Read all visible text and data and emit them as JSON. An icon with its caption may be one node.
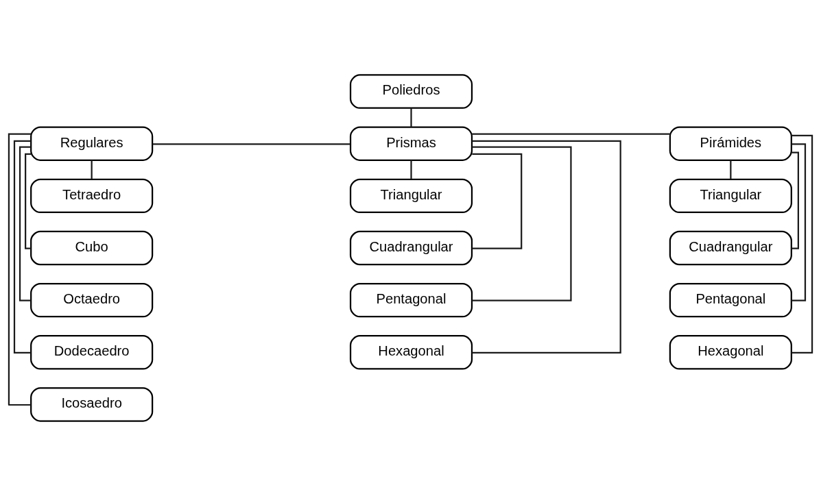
{
  "diagram": {
    "nodes": [
      {
        "text": [
          "Poliedros"
        ]
      },
      {
        "text": [
          "Regulares"
        ]
      },
      {
        "text": [
          "Prismas"
        ]
      },
      {
        "text": [
          "Pirámides"
        ]
      },
      {
        "text": [
          "Tetraedro"
        ]
      },
      {
        "text": [
          "Triangular"
        ]
      },
      {
        "text": [
          "Triangular"
        ]
      },
      {
        "text": [
          "Cubo"
        ]
      },
      {
        "text": [
          "Cuadrangular"
        ]
      },
      {
        "text": [
          "Cuadrangular"
        ]
      },
      {
        "text": [
          "Octaedro"
        ]
      },
      {
        "text": [
          "Pentagonal"
        ]
      },
      {
        "text": [
          "Pentagonal"
        ]
      },
      {
        "text": [
          "Dodecaedro"
        ]
      },
      {
        "text": [
          "Hexagonal"
        ]
      },
      {
        "text": [
          "Hexagonal"
        ]
      },
      {
        "text": [
          "Icosaedro"
        ]
      }
    ],
    "edges": [
      {
        "from": 0,
        "to": 2,
        "arrow": "none"
      },
      {
        "from": 1,
        "to": 2,
        "arrow": "none"
      },
      {
        "from": 2,
        "to": 3,
        "arrow": "none"
      },
      {
        "from": 1,
        "to": 4,
        "arrow": "none"
      },
      {
        "from": 1,
        "to": 7,
        "arrow": "none"
      },
      {
        "from": 1,
        "to": 10,
        "arrow": "none"
      },
      {
        "from": 1,
        "to": 13,
        "arrow": "none"
      },
      {
        "from": 1,
        "to": 16,
        "arrow": "none"
      },
      {
        "from": 2,
        "to": 5,
        "arrow": "none"
      },
      {
        "from": 2,
        "to": 8,
        "arrow": "none"
      },
      {
        "from": 2,
        "to": 11,
        "arrow": "none"
      },
      {
        "from": 2,
        "to": 14,
        "arrow": "none"
      },
      {
        "from": 3,
        "to": 6,
        "arrow": "none"
      },
      {
        "from": 3,
        "to": 9,
        "arrow": "none"
      },
      {
        "from": 3,
        "to": 12,
        "arrow": "none"
      },
      {
        "from": 3,
        "to": 15,
        "arrow": "none"
      }
    ]
  }
}
